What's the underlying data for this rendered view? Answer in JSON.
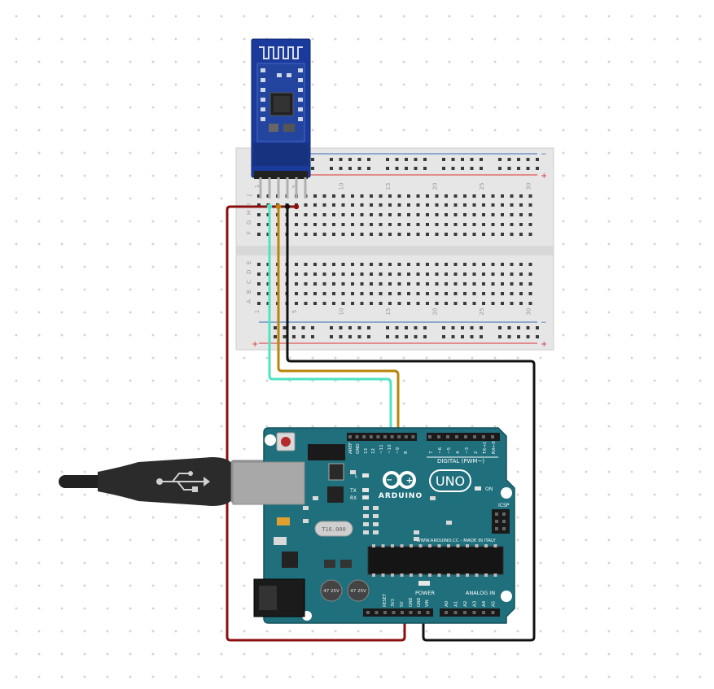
{
  "breadboard": {
    "row_letters": [
      "J",
      "I",
      "H",
      "G",
      "F",
      "E",
      "D",
      "C",
      "B",
      "A"
    ],
    "column_labels": [
      "1",
      "5",
      "10",
      "15",
      "20",
      "25",
      "30"
    ],
    "rail_plus": "+",
    "rail_minus": "−"
  },
  "arduino": {
    "brand": "ARDUINO",
    "model": "UNO",
    "digital_label": "DIGITAL (PWM~)",
    "pin_labels_digital": [
      "AREF",
      "GND",
      "13",
      "12",
      "~11",
      "~10",
      "~9",
      "8",
      "7",
      "~6",
      "~5",
      "4",
      "~3",
      "2",
      "TX→1",
      "RX←0"
    ],
    "tx_label": "TX",
    "rx_label": "RX",
    "l_label": "L",
    "on_label": "ON",
    "icsp_label": "ICSP",
    "website": "WWW.ARDUINO.CC - MADE IN ITALY",
    "crystal_label": "T16.000",
    "power_label": "POWER",
    "analog_label": "ANALOG IN",
    "power_pins": [
      "RESET",
      "3V3",
      "5V",
      "GND",
      "GND",
      "VIN"
    ],
    "analog_pins": [
      "A0",
      "A1",
      "A2",
      "A3",
      "A4",
      "A5"
    ],
    "cap_label_1": "47 25V",
    "cap_label_2": "47 25V"
  },
  "colors": {
    "wire_red": "#8b0f0f",
    "wire_black": "#111111",
    "wire_cyan": "#4fe3c1",
    "wire_gold": "#b8860b",
    "board_teal": "#1f6f7c",
    "module_blue": "#1a3a9c"
  }
}
